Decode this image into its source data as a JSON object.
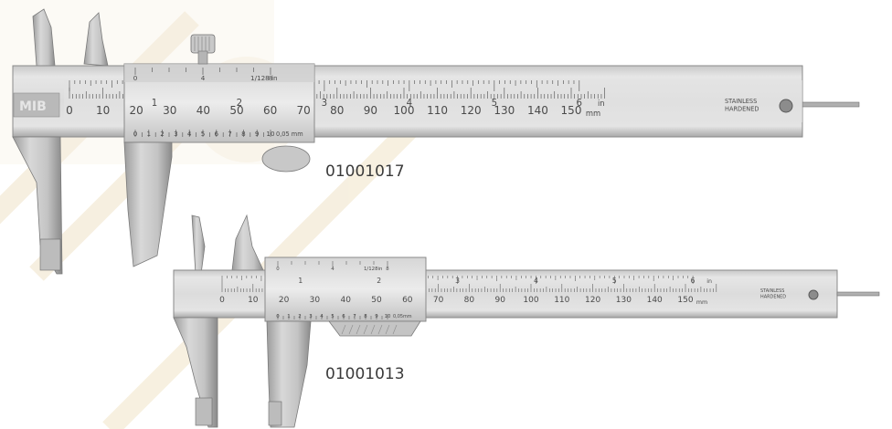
{
  "products": [
    {
      "code": "01001017",
      "brand": "MIB",
      "main_scale_mm": [
        "0",
        "10",
        "20",
        "30",
        "40",
        "50",
        "60",
        "70",
        "80",
        "90",
        "100",
        "110",
        "120",
        "130",
        "140",
        "150"
      ],
      "main_scale_mm_unit": "mm",
      "main_scale_in": [
        "1",
        "2",
        "3",
        "4",
        "5",
        "6"
      ],
      "main_scale_in_unit": "in",
      "vernier_top_label": "1/128 in",
      "vernier_top_ticks": [
        "0",
        "4",
        "8"
      ],
      "vernier_bottom_ticks": [
        "0",
        "1",
        "2",
        "3",
        "4",
        "5",
        "6",
        "7",
        "8",
        "9",
        "10"
      ],
      "vernier_bottom_label": "0,05 mm",
      "stamp_line1": "STAINLESS",
      "stamp_line2": "HARDENED"
    },
    {
      "code": "01001013",
      "main_scale_mm": [
        "0",
        "10",
        "20",
        "30",
        "40",
        "50",
        "60",
        "70",
        "80",
        "90",
        "100",
        "110",
        "120",
        "130",
        "140",
        "150"
      ],
      "main_scale_mm_unit": "mm",
      "main_scale_in": [
        "1",
        "2",
        "3",
        "4",
        "5",
        "6"
      ],
      "main_scale_in_unit": "in",
      "vernier_top_label": "1/128in",
      "vernier_top_ticks": [
        "0",
        "4",
        "8"
      ],
      "vernier_bottom_ticks": [
        "0",
        "1",
        "2",
        "3",
        "4",
        "5",
        "6",
        "7",
        "8",
        "9",
        "10"
      ],
      "vernier_bottom_label": "0,05mm",
      "stamp_line1": "STAINLESS",
      "stamp_line2": "HARDENED"
    }
  ],
  "colors": {
    "steel_light": "#dcdcdc",
    "steel_mid": "#bdbdbd",
    "steel_dark": "#8e8e8e",
    "watermark": "#f7f0e2"
  }
}
